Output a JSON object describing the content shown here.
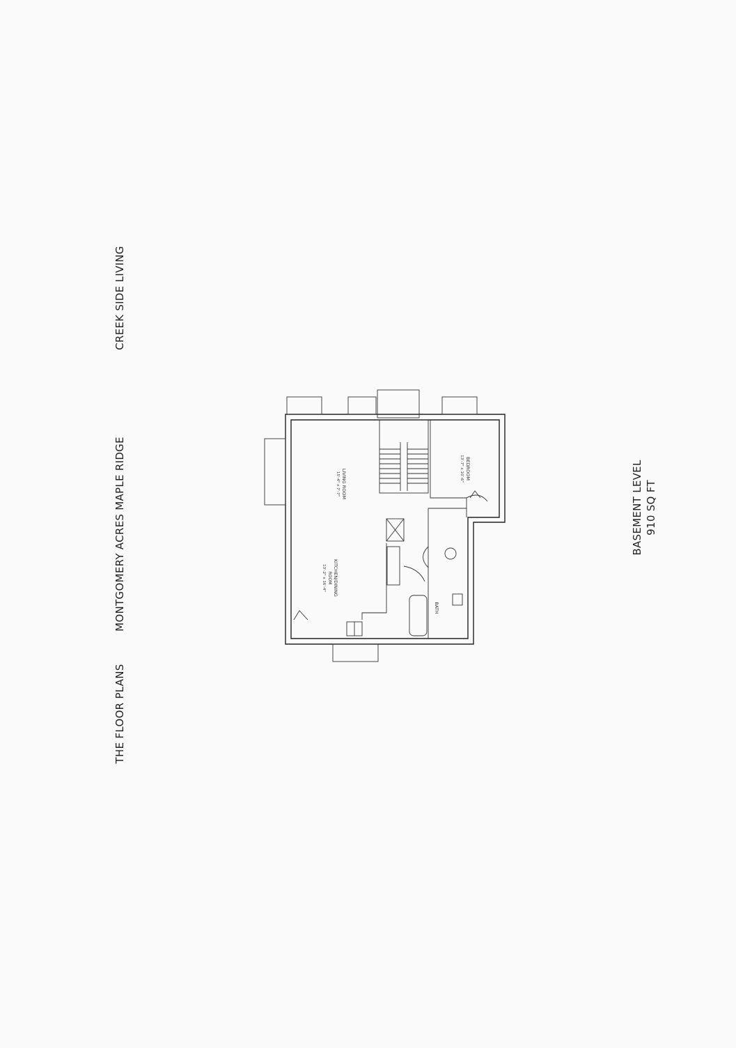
{
  "header": {
    "title": "THE FLOOR PLANS",
    "development": "MONTGOMERY ACRES MAPLE RIDGE",
    "collection": "CREEK SIDE LIVING"
  },
  "plan": {
    "rooms": {
      "living": {
        "name": "LIVING ROOM",
        "dims": "15'-4\" x 7'-7\""
      },
      "kitchen": {
        "name": "KITCHEN/DINING",
        "name2": "ROOM",
        "dims": "13'-2\" x 16'-4\""
      },
      "bedroom": {
        "name": "BEDROOM",
        "dims": "13'-7\" x 10'-6\""
      },
      "bath": {
        "name": "BATH"
      }
    }
  },
  "footer": {
    "level": "BASEMENT LEVEL",
    "area": "910 SQ FT"
  }
}
